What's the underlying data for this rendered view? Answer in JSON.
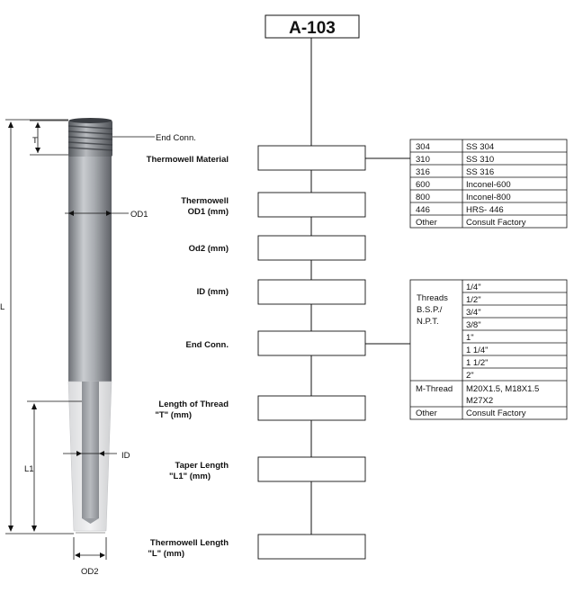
{
  "product_code": "A-103",
  "drawing": {
    "end_conn": "End Conn.",
    "t": "T",
    "od1": "OD1",
    "l": "L",
    "l1": "L1",
    "id": "ID",
    "od2": "OD2"
  },
  "fields": [
    {
      "line1": "Thermowell Material",
      "line2": ""
    },
    {
      "line1": "Thermowell",
      "line2": "OD1 (mm)"
    },
    {
      "line1": "Od2 (mm)",
      "line2": ""
    },
    {
      "line1": "ID (mm)",
      "line2": ""
    },
    {
      "line1": "End Conn.",
      "line2": ""
    },
    {
      "line1": "Length of Thread",
      "line2": "\"T\" (mm)"
    },
    {
      "line1": "Taper Length",
      "line2": "\"L1\" (mm)"
    },
    {
      "line1": "Thermowell Length",
      "line2": "\"L\" (mm)"
    }
  ],
  "material_table": [
    [
      "304",
      "SS 304"
    ],
    [
      "310",
      "SS 310"
    ],
    [
      "316",
      "SS 316"
    ],
    [
      "600",
      "Inconel-600"
    ],
    [
      "800",
      "Inconel-800"
    ],
    [
      "446",
      "HRS- 446"
    ],
    [
      "Other",
      "Consult Factory"
    ]
  ],
  "end_conn_table": {
    "threads_label": [
      "Threads",
      "B.S.P./",
      "N.P.T."
    ],
    "thread_sizes": [
      "1/4\"",
      "1/2\"",
      "3/4\"",
      "3/8\"",
      "1\"",
      "1 1/4\"",
      "1 1/2\"",
      "2\""
    ],
    "m_thread_label": "M-Thread",
    "m_thread_values": [
      "M20X1.5, M18X1.5",
      "M27X2"
    ],
    "other_label": "Other",
    "other_value": "Consult Factory"
  }
}
